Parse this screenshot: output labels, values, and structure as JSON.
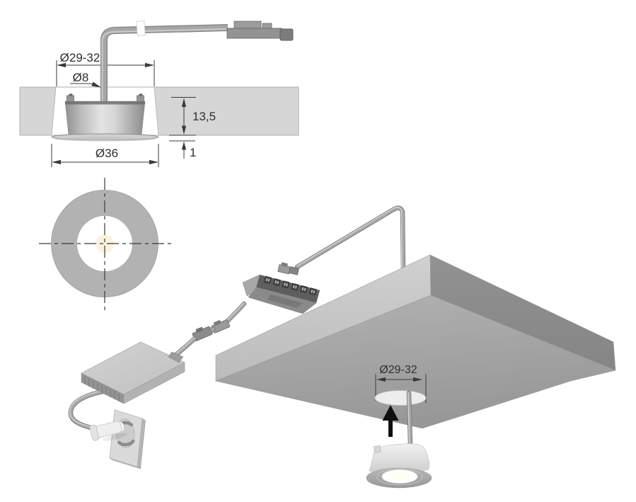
{
  "colors": {
    "background": "#ffffff",
    "cross_section_panel": "#d6d6d6",
    "iso_panel_top_face": "#c9c9c9",
    "iso_panel_underside": "#a4a4a4",
    "iso_panel_side_face": "#8e8e8e",
    "metal_highlight": "#e3e3e3",
    "dimension_ink": "#333333",
    "insertion_arrow": "#111111"
  },
  "cross_section_view": {
    "hole_diameter_label": "Ø29-32",
    "cable_diameter_label": "Ø8",
    "fixture_height_label": "13,5",
    "flange_thickness_label": "1",
    "flange_diameter_label": "Ø36"
  },
  "installation_view": {
    "hole_diameter_label": "Ø29-32"
  }
}
